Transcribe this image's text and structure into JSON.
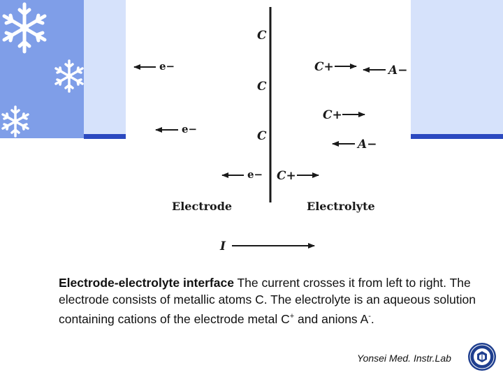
{
  "diagram": {
    "carbon_label": "C",
    "electron_label": "e−",
    "cation_label": "C+",
    "anion_label": "A−",
    "electrode_label": "Electrode",
    "electrolyte_label": "Electrolyte",
    "current_label": "I"
  },
  "caption": {
    "title": "Electrode-electrolyte interface",
    "text_main": " The current crosses it from left to right. The electrode consists of metallic atoms C. The electrolyte is an aqueous solution containing cations of the electrode metal C",
    "text_plus": "+",
    "text_anions": " and anions A",
    "text_minus": "-",
    "text_end": "."
  },
  "footer": {
    "credit": "Yonsei Med. Instr.Lab"
  },
  "colors": {
    "panel_dark": "#7f9ee8",
    "panel_light": "#d6e2fb",
    "bar": "#2b49c0"
  }
}
